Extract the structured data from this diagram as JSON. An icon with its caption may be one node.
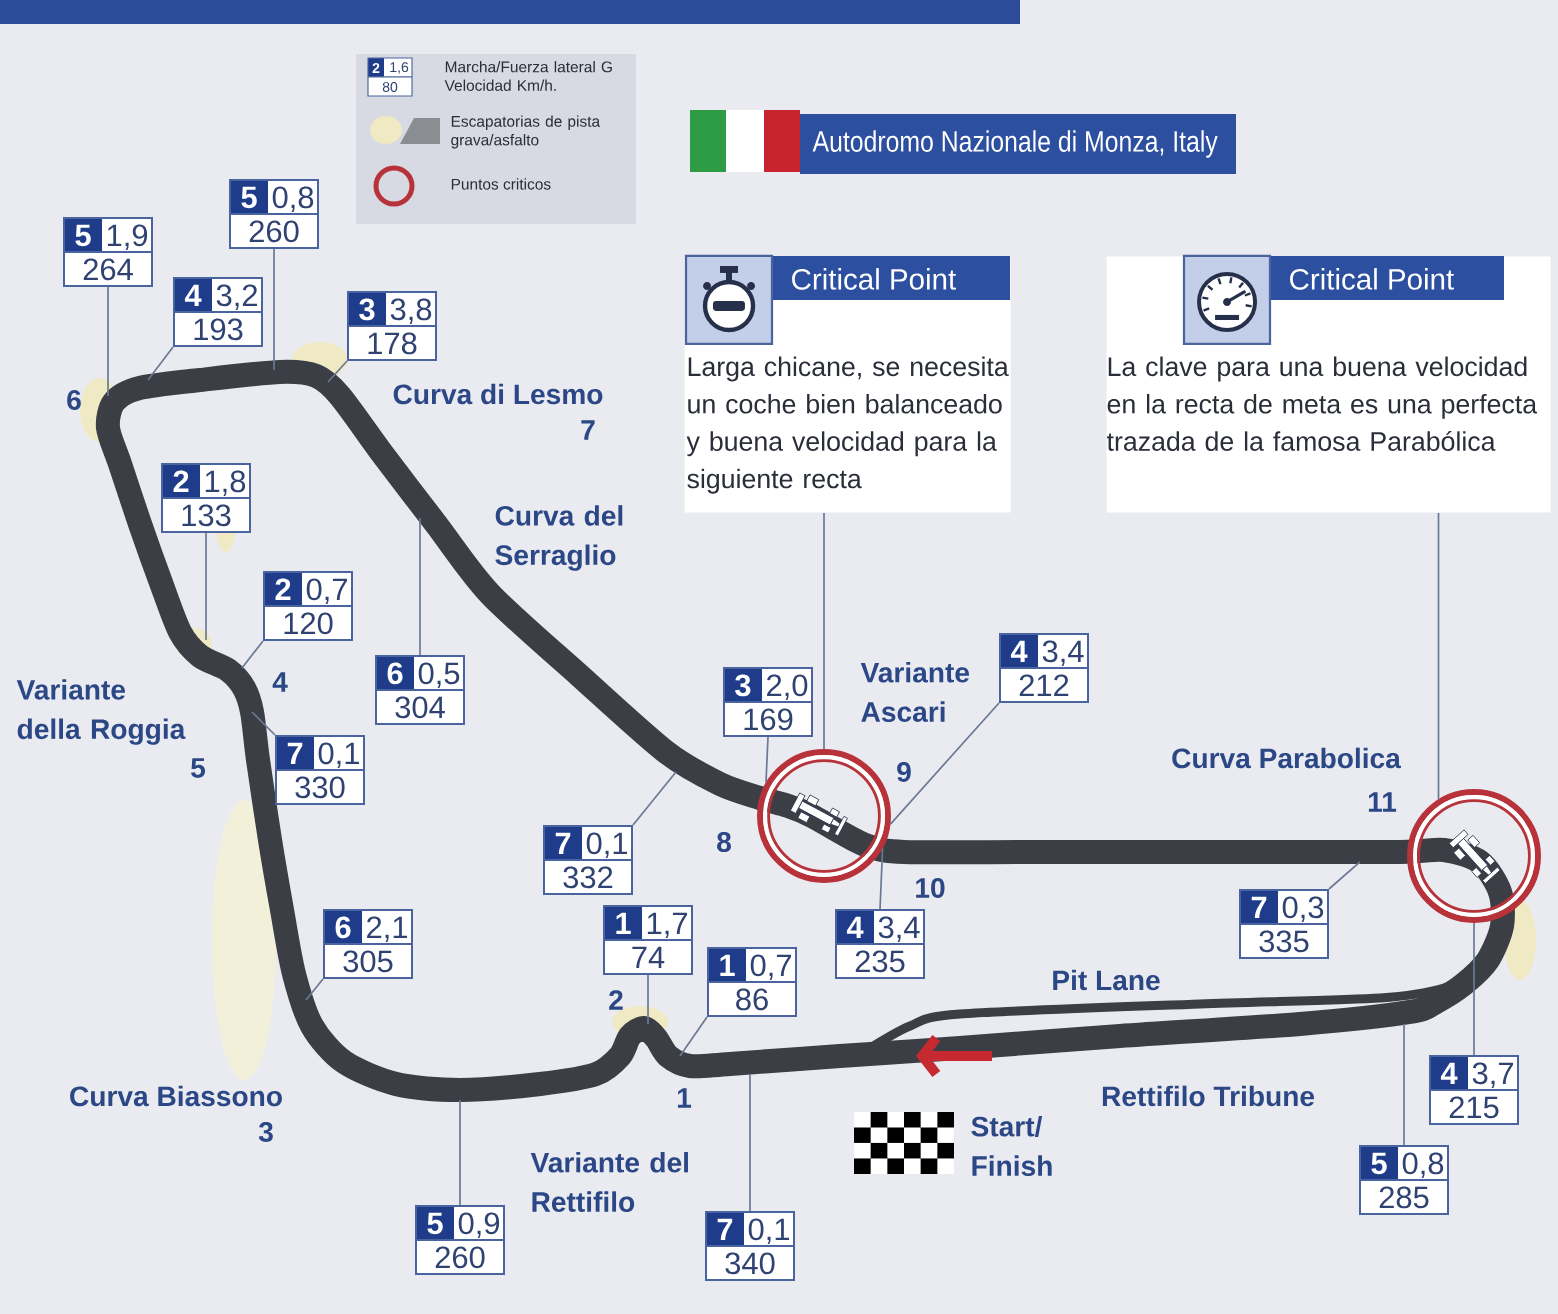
{
  "diagram": {
    "title": "Autodromo Nazionale di Monza, Italy",
    "nodes": [
      {
        "text": [
          "5",
          "0,8",
          "260"
        ]
      },
      {
        "text": [
          "5",
          "1,9",
          "264"
        ]
      },
      {
        "text": [
          "Critical Point",
          "Larga chicane, se necesita un coche bien balanceado y buena velocidad para la siguiente recta"
        ]
      },
      {
        "text": [
          "Critical Point",
          "La clave para una buena velocidad en la recta de meta es una perfecta trazada de la famosa Parabólica"
        ]
      },
      {
        "text": [
          "4",
          "3,2",
          "193"
        ]
      },
      {
        "text": [
          "3",
          "3,8",
          "178"
        ]
      },
      {
        "text": [
          "2",
          "1,8",
          "133"
        ]
      },
      {
        "text": [
          "2",
          "0,7",
          "120"
        ]
      },
      {
        "text": [
          "4",
          "3,4",
          "212"
        ]
      },
      {
        "text": [
          "6",
          "0,5",
          "304"
        ]
      },
      {
        "text": [
          "3",
          "2,0",
          "169"
        ]
      },
      {
        "text": [
          "7",
          "0,1",
          "330"
        ]
      },
      {
        "text": [],
        "shape": "circle"
      },
      {
        "text": [],
        "shape": "circle"
      },
      {
        "text": [
          "7",
          "0,1",
          "332"
        ]
      },
      {
        "text": [
          "7",
          "0,3",
          "335"
        ]
      },
      {
        "text": [
          "1",
          "1,7",
          "74"
        ]
      },
      {
        "text": [
          "6",
          "2,1",
          "305"
        ]
      },
      {
        "text": [
          "4",
          "3,4",
          "235"
        ]
      },
      {
        "text": [
          "1",
          "0,7",
          "86"
        ]
      },
      {
        "text": [
          "4",
          "3,7",
          "215"
        ]
      },
      {
        "text": [
          "5",
          "0,8",
          "285"
        ]
      },
      {
        "text": [
          "5",
          "0,9",
          "260"
        ]
      },
      {
        "text": [
          "7",
          "0,1",
          "340"
        ]
      }
    ],
    "edges": [
      {
        "from": 0,
        "to": null,
        "arrow": "none"
      },
      {
        "from": 1,
        "to": null,
        "arrow": "none"
      },
      {
        "from": 2,
        "to": 12,
        "arrow": "none"
      },
      {
        "from": 3,
        "to": 13,
        "arrow": "none"
      },
      {
        "from": 4,
        "to": null,
        "arrow": "none"
      },
      {
        "from": 5,
        "to": null,
        "arrow": "none"
      },
      {
        "from": 6,
        "to": null,
        "arrow": "none"
      },
      {
        "from": 7,
        "to": null,
        "arrow": "none"
      },
      {
        "from": 8,
        "to": 12,
        "arrow": "none"
      },
      {
        "from": 9,
        "to": null,
        "arrow": "none"
      },
      {
        "from": 10,
        "to": 12,
        "arrow": "none"
      },
      {
        "from": 11,
        "to": null,
        "arrow": "none"
      },
      {
        "from": 14,
        "to": null,
        "arrow": "none"
      },
      {
        "from": 15,
        "to": null,
        "arrow": "none"
      },
      {
        "from": 16,
        "to": null,
        "arrow": "none"
      },
      {
        "from": 17,
        "to": null,
        "arrow": "none"
      },
      {
        "from": 18,
        "to": 12,
        "arrow": "none"
      },
      {
        "from": 19,
        "to": null,
        "arrow": "none"
      },
      {
        "from": 20,
        "to": 13,
        "arrow": "none"
      },
      {
        "from": 21,
        "to": null,
        "arrow": "none"
      },
      {
        "from": 22,
        "to": null,
        "arrow": "none"
      },
      {
        "from": 23,
        "to": null,
        "arrow": "none"
      }
    ],
    "labels": [
      "2",
      "1,6",
      "80",
      "6",
      "Curva di Lesmo",
      "7",
      "Curva del Serraglio",
      "Variante della Roggia",
      "4",
      "Variante Ascari",
      "5",
      "9",
      "Curva Parabolica",
      "11",
      "8",
      "10",
      "Pit Lane",
      "2",
      "Curva Biassono",
      "1",
      "Rettifilo Tribune",
      "3",
      "Start/ Finish",
      "Variante del Rettifilo"
    ],
    "legend": [
      {
        "text": "Marcha/Fuerza lateral G Velocidad Km/h."
      },
      {
        "text": "Escapatorias de pista grava/asfalto"
      },
      {
        "text": "Puntos criticos"
      }
    ]
  }
}
